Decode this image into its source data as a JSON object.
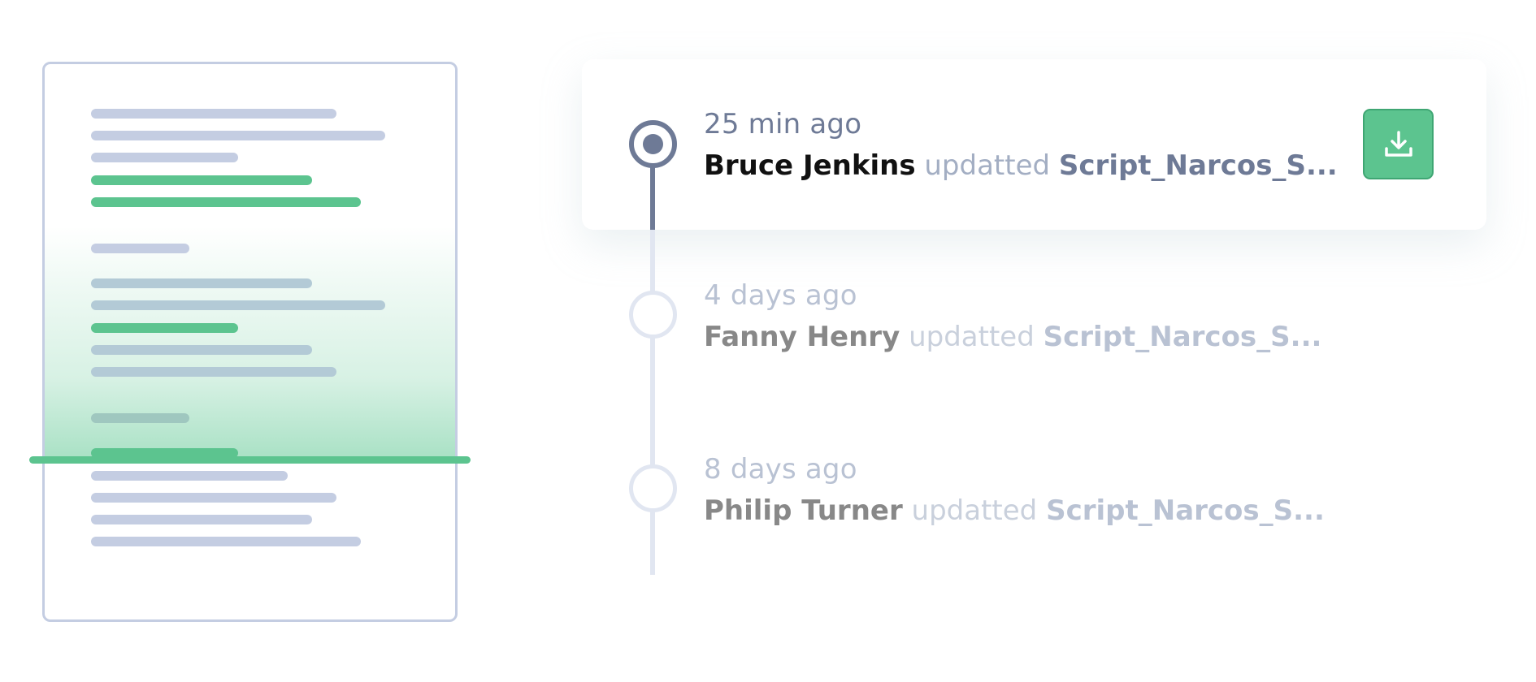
{
  "timeline": {
    "entries": [
      {
        "time": "25 min ago",
        "user": "Bruce Jenkins",
        "verb": "updatted",
        "file": "Script_Narcos_S...",
        "active": true
      },
      {
        "time": "4 days ago",
        "user": "Fanny Henry",
        "verb": "updatted",
        "file": "Script_Narcos_S...",
        "active": false
      },
      {
        "time": "8 days ago",
        "user": "Philip Turner",
        "verb": "updatted",
        "file": "Script_Narcos_S...",
        "active": false
      }
    ],
    "download_icon": "download-icon"
  },
  "colors": {
    "accent_green": "#5cc48f",
    "timeline_active": "#6e7a96",
    "timeline_idle": "#e1e6f1",
    "document_line": "#c4cde2"
  }
}
